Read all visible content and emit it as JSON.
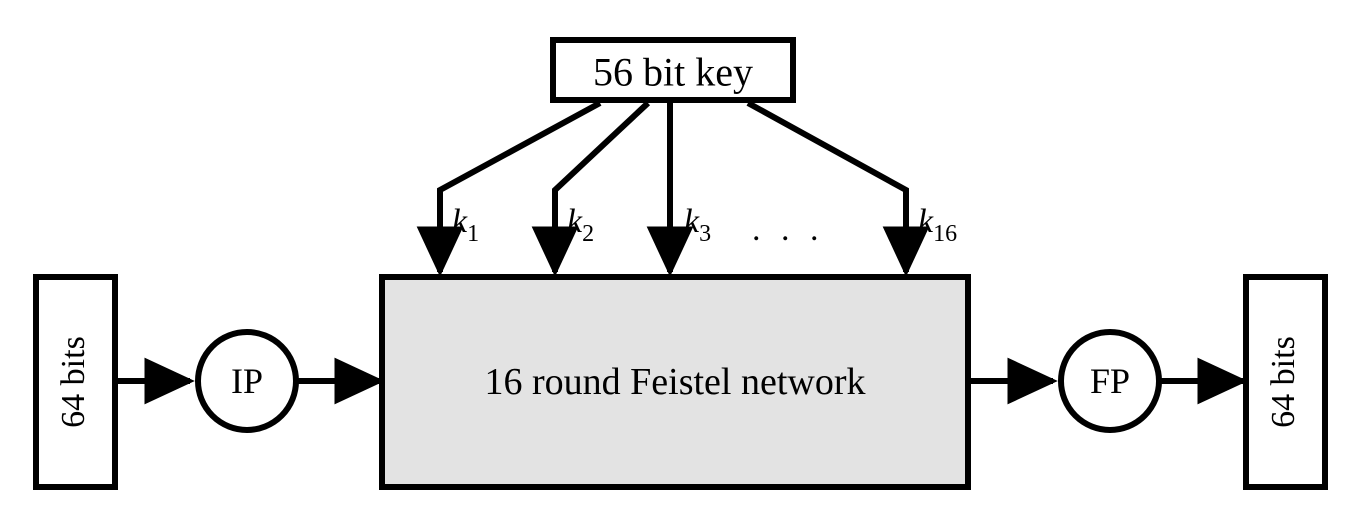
{
  "diagram": {
    "title": "DES block cipher high-level structure",
    "colors": {
      "stroke": "#000000",
      "box_fill": "#ffffff",
      "network_fill": "#e3e3e3",
      "background": "#ffffff",
      "text": "#000000"
    },
    "input_block": {
      "label": "64 bits",
      "orientation": "vertical-bottom-to-top"
    },
    "output_block": {
      "label": "64 bits",
      "orientation": "vertical-bottom-to-top"
    },
    "initial_permutation": {
      "label": "IP",
      "shape": "circle"
    },
    "final_permutation": {
      "label": "FP",
      "shape": "circle"
    },
    "key_block": {
      "label": "56  bit key",
      "shape": "rectangle"
    },
    "network_block": {
      "label": "16 round Feistel network",
      "shape": "rectangle-filled"
    },
    "round_keys": [
      {
        "base": "k",
        "sub": "1"
      },
      {
        "base": "k",
        "sub": "2"
      },
      {
        "base": "k",
        "sub": "3"
      },
      {
        "base": "k",
        "sub": "16"
      }
    ],
    "ellipsis": ". . .",
    "flow": [
      "64 bits",
      "IP",
      "16 round Feistel network",
      "FP",
      "64 bits"
    ]
  }
}
